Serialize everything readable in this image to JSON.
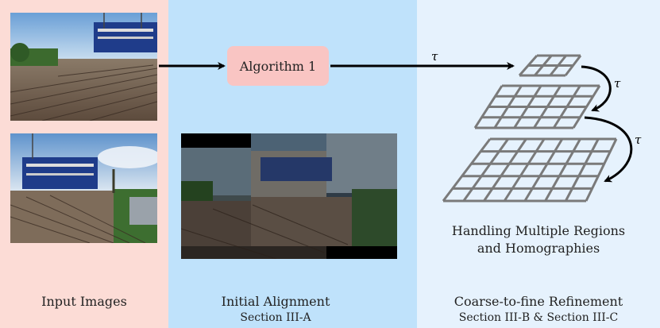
{
  "sections": {
    "input": {
      "title": "Input Images",
      "color": "#fcdcd6"
    },
    "alignment": {
      "title": "Initial Alignment",
      "subtitle": "Section III-A",
      "color": "#bfe2fb"
    },
    "refinement": {
      "title": "Coarse-to-fine Refinement",
      "subtitle": "Section III-B & Section III-C",
      "color": "#e6f2fd"
    }
  },
  "algorithm_box": {
    "label": "Algorithm 1",
    "color": "#f9c5c3"
  },
  "tau_label": "τ",
  "regions_caption": {
    "line1": "Handling Multiple Regions",
    "line2": "and Homographies"
  },
  "grids": [
    {
      "name": "coarse",
      "cols": 3,
      "rows": 2
    },
    {
      "name": "medium",
      "cols": 5,
      "rows": 4
    },
    {
      "name": "fine",
      "cols": 7,
      "rows": 5
    }
  ]
}
